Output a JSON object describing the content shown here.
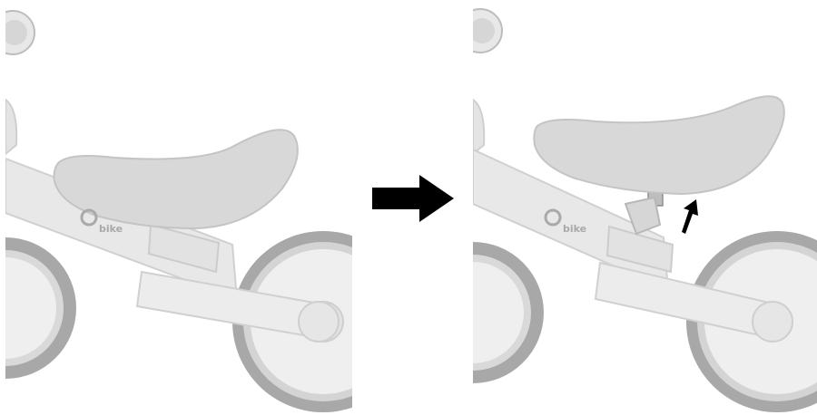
{
  "instruction_figure": {
    "before_panel": {
      "logo_text": "bike",
      "seat_position": "lowered"
    },
    "transition": {
      "icon": "right-arrow-icon"
    },
    "after_panel": {
      "logo_text": "bike",
      "seat_position": "raised",
      "adjust_indicator_icon": "up-arrow-icon"
    },
    "colors": {
      "frame": "#e6e6e6",
      "frame_outline": "#cfcfcf",
      "seat": "#d8d8d8",
      "tire": "#a8a8a8",
      "arrow": "#000000"
    }
  }
}
